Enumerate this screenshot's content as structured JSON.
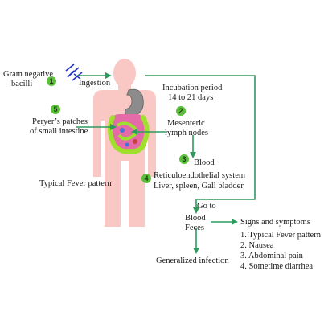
{
  "labels": {
    "gram_negative_line1": "Gram negative",
    "gram_negative_line2": "bacilli",
    "ingestion": "Ingestion",
    "incubation_line1": "Incubation period",
    "incubation_line2": "14 to 21 days",
    "mesenteric_line1": "Mesenteric",
    "mesenteric_line2": "lymph nodes",
    "peyers_line1": "Peryer’s patches",
    "peyers_line2": "of small intestine",
    "blood": "Blood",
    "reticulo_line1": "Reticuloendothelial system",
    "reticulo_line2": "Liver, spleen, Gall bladder",
    "typical_fever": "Typical Fever pattern",
    "go_to": "Go to",
    "blood_feces_line1": "Blood",
    "blood_feces_line2": "Feces",
    "generalized_infection": "Generalized infection",
    "signs_title": "Signs and symptoms"
  },
  "step_badges": [
    "1",
    "2",
    "3",
    "4",
    "5"
  ],
  "symptoms": [
    "1. Typical Fever pattern",
    "2. Nausea",
    "3. Abdominal pain",
    "4. Sometime diarrhea"
  ],
  "colors": {
    "arrow": "#2e9a5e",
    "badge": "#5cc03a",
    "body": "#f9c8c4",
    "intestine": "#9ee02c",
    "bacteria": "#2230c8"
  }
}
